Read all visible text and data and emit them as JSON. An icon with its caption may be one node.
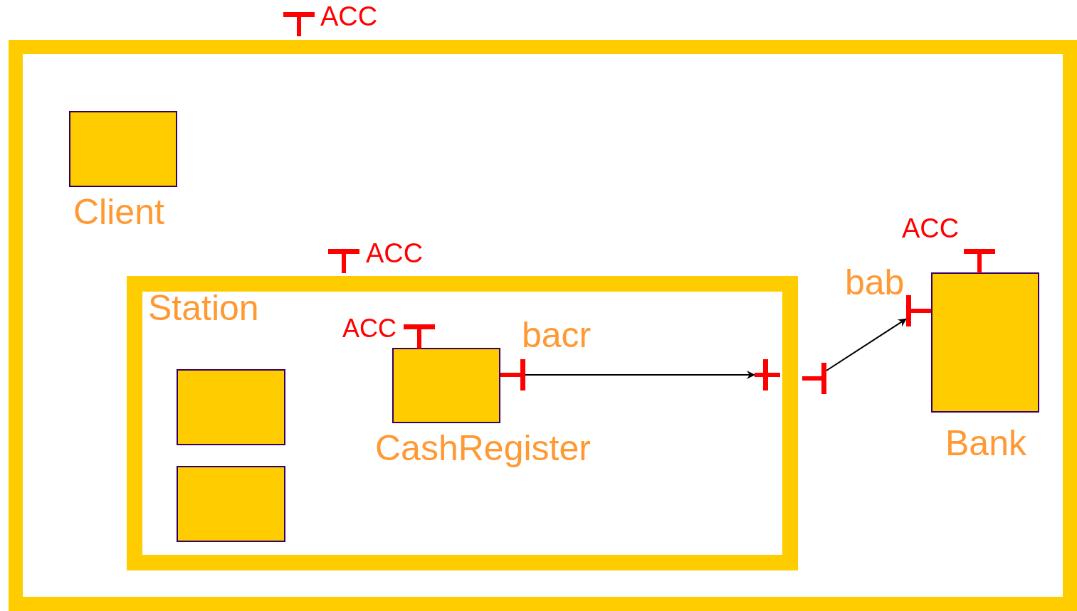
{
  "diagram": {
    "nodes": [
      {
        "text": [],
        "shape": "box"
      },
      {
        "text": [],
        "shape": "bar",
        "beside": [
          "ACC"
        ]
      },
      {
        "text": [
          "Client"
        ],
        "in": 0
      },
      {
        "text": [
          "Station"
        ],
        "in": 0
      },
      {
        "text": [],
        "shape": "bar",
        "beside": [
          "ACC"
        ],
        "in": 0
      },
      {
        "text": [],
        "shape": "box",
        "in": 3
      },
      {
        "text": [],
        "shape": "box",
        "in": 3
      },
      {
        "text": [
          "CashRegister"
        ],
        "in": 3
      },
      {
        "text": [],
        "shape": "bar",
        "beside": [
          "ACC"
        ],
        "in": 3
      },
      {
        "text": [],
        "shape": "bar",
        "beside": [
          "bacr"
        ],
        "in": 3
      },
      {
        "text": [],
        "shape": "bar",
        "in": 3
      },
      {
        "text": [],
        "shape": "bar",
        "in": 0
      },
      {
        "text": [
          "Bank"
        ],
        "in": 0
      },
      {
        "text": [],
        "shape": "bar",
        "beside": [
          "ACC"
        ],
        "in": 0
      },
      {
        "text": [],
        "shape": "bar",
        "beside": [
          "bab"
        ],
        "in": 0
      }
    ],
    "edges": [
      {
        "from": 9,
        "to": 10,
        "arrow": "to"
      },
      {
        "from": 11,
        "to": 14,
        "arrow": "to"
      }
    ]
  }
}
